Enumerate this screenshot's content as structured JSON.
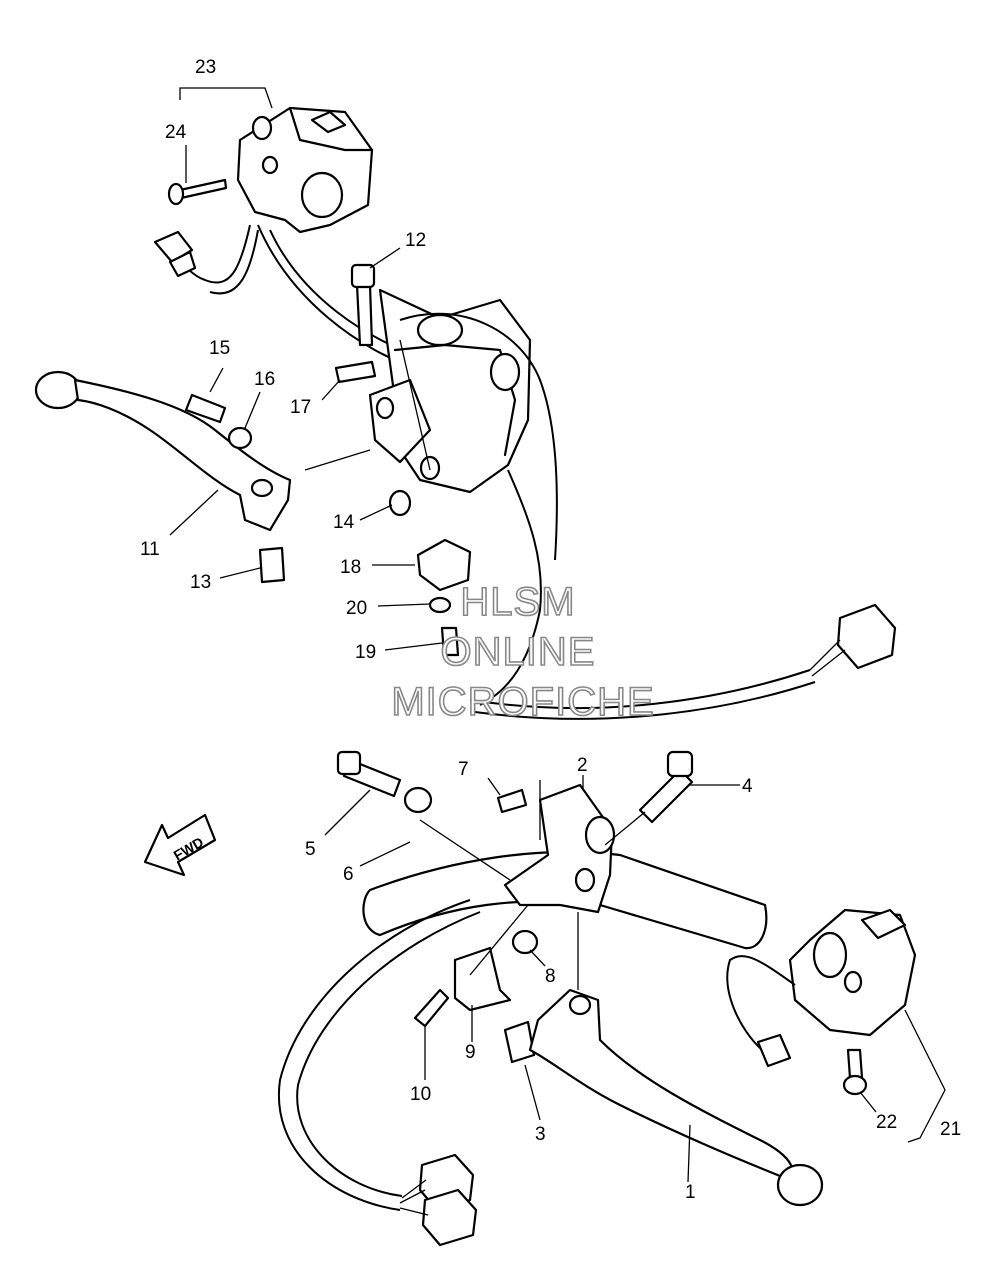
{
  "callouts": [
    {
      "id": "1",
      "text": "1"
    },
    {
      "id": "2",
      "text": "2"
    },
    {
      "id": "3",
      "text": "3"
    },
    {
      "id": "4",
      "text": "4"
    },
    {
      "id": "5",
      "text": "5"
    },
    {
      "id": "6",
      "text": "6"
    },
    {
      "id": "7",
      "text": "7"
    },
    {
      "id": "8",
      "text": "8"
    },
    {
      "id": "9",
      "text": "9"
    },
    {
      "id": "10",
      "text": "10"
    },
    {
      "id": "11",
      "text": "11"
    },
    {
      "id": "12",
      "text": "12"
    },
    {
      "id": "13",
      "text": "13"
    },
    {
      "id": "14",
      "text": "14"
    },
    {
      "id": "15",
      "text": "15"
    },
    {
      "id": "16",
      "text": "16"
    },
    {
      "id": "17",
      "text": "17"
    },
    {
      "id": "18",
      "text": "18"
    },
    {
      "id": "19",
      "text": "19"
    },
    {
      "id": "20",
      "text": "20"
    },
    {
      "id": "21",
      "text": "21"
    },
    {
      "id": "22",
      "text": "22"
    },
    {
      "id": "23",
      "text": "23"
    },
    {
      "id": "24",
      "text": "24"
    }
  ],
  "fwd_arrow": {
    "label": "FWD"
  },
  "watermark": {
    "line1": "HLSM",
    "line2": "ONLINE",
    "line3": "MICROFICHE"
  }
}
